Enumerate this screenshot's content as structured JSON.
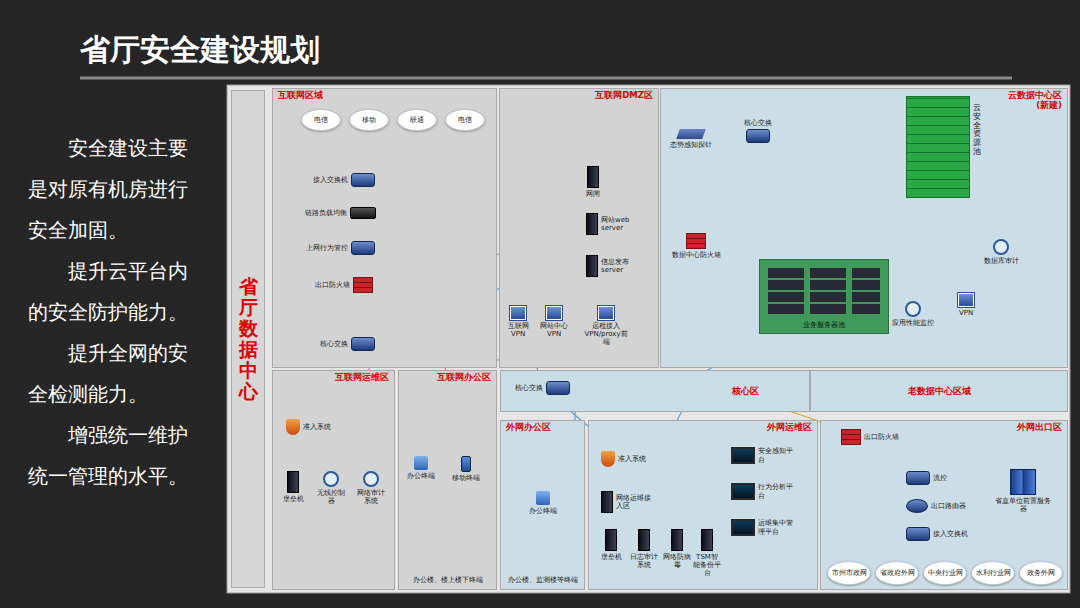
{
  "diagram": {
    "title": "省厅安全建设规划",
    "nodes": [
      {
        "text": [
          "省厅数据中心"
        ]
      },
      {
        "text": [
          "互联网区域"
        ]
      },
      {
        "text": [
          "电信"
        ],
        "in": 1
      },
      {
        "text": [
          "移动"
        ],
        "in": 1
      },
      {
        "text": [
          "联通"
        ],
        "in": 1
      },
      {
        "text": [
          "电信"
        ],
        "in": 1
      },
      {
        "text": [
          "接入交换机"
        ],
        "in": 1
      },
      {
        "text": [
          "链路负载均衡"
        ],
        "in": 1
      },
      {
        "text": [
          "上网行为管控"
        ],
        "in": 1
      },
      {
        "text": [
          "出口防火墙"
        ],
        "in": 1
      },
      {
        "text": [
          "核心交换"
        ],
        "in": 1
      },
      {
        "text": [
          "互联网DMZ区"
        ]
      },
      {
        "text": [
          "网闸"
        ],
        "in": 11
      },
      {
        "text": [
          "网站web server"
        ],
        "in": 11
      },
      {
        "text": [
          "信息发布 server"
        ],
        "in": 11
      },
      {
        "text": [
          "互联网VPN"
        ],
        "in": 11
      },
      {
        "text": [
          "网站中心VPN"
        ],
        "in": 11
      },
      {
        "text": [
          "远程接入VPN/proxy前端"
        ],
        "in": 11
      },
      {
        "text": [
          "云数据中心区 (新建)"
        ]
      },
      {
        "text": [
          "态势感知探针"
        ],
        "in": 18
      },
      {
        "text": [
          "核心交换"
        ],
        "in": 18
      },
      {
        "text": [
          "云安全资源池"
        ],
        "in": 18
      },
      {
        "text": [
          "数据中心防火墙"
        ],
        "in": 18
      },
      {
        "text": [
          "业务服务器池"
        ],
        "in": 18
      },
      {
        "text": [
          "数据库审计"
        ],
        "in": 18
      },
      {
        "text": [
          "应用性能监控"
        ],
        "in": 18
      },
      {
        "text": [
          "VPN"
        ],
        "in": 18
      },
      {
        "text": [
          "核心区"
        ]
      },
      {
        "text": [
          "核心交换"
        ],
        "in": 27
      },
      {
        "text": [
          "老数据中心区域"
        ]
      },
      {
        "text": [
          "互联网运维区"
        ]
      },
      {
        "text": [
          "准入系统"
        ],
        "in": 30
      },
      {
        "text": [
          "堡垒机"
        ],
        "in": 30
      },
      {
        "text": [
          "无线控制器"
        ],
        "in": 30
      },
      {
        "text": [
          "网络审计系统"
        ],
        "in": 30
      },
      {
        "text": [
          "互联网办公区",
          "办公楼、楼上楼下终端"
        ]
      },
      {
        "text": [
          "办公终端"
        ],
        "in": 35
      },
      {
        "text": [
          "移动终端"
        ],
        "in": 35
      },
      {
        "text": [
          "外网办公区",
          "办公楼、监测楼等终端"
        ]
      },
      {
        "text": [
          "办公终端"
        ],
        "in": 38
      },
      {
        "text": [
          "外网运维区"
        ]
      },
      {
        "text": [
          "准入系统"
        ],
        "in": 40
      },
      {
        "text": [
          "网络运维接入区"
        ],
        "in": 40
      },
      {
        "text": [
          "堡垒机"
        ],
        "in": 40
      },
      {
        "text": [
          "日志审计系统"
        ],
        "in": 40
      },
      {
        "text": [
          "网络防病毒"
        ],
        "in": 40
      },
      {
        "text": [
          "TSM智能备份平台"
        ],
        "in": 40
      },
      {
        "text": [
          "安全感知平台"
        ],
        "in": 40
      },
      {
        "text": [
          "行为分析平台"
        ],
        "in": 40
      },
      {
        "text": [
          "运维集中管理平台"
        ],
        "in": 40
      },
      {
        "text": [
          "外网出口区"
        ]
      },
      {
        "text": [
          "出口防火墙"
        ],
        "in": 50
      },
      {
        "text": [
          "流控"
        ],
        "in": 50
      },
      {
        "text": [
          "出口路由器"
        ],
        "in": 50
      },
      {
        "text": [
          "接入交换机"
        ],
        "in": 50
      },
      {
        "text": [
          "省直单位前置服务器"
        ],
        "in": 50
      },
      {
        "text": [
          "市州市政网"
        ],
        "in": 50
      },
      {
        "text": [
          "省政府外网"
        ],
        "in": 50
      },
      {
        "text": [
          "中央行业网"
        ],
        "in": 50
      },
      {
        "text": [
          "水利行业网"
        ],
        "in": 50
      },
      {
        "text": [
          "政务外网"
        ],
        "in": 50
      }
    ],
    "edges": [
      {
        "from": 2,
        "to": 6,
        "arrow": "to"
      },
      {
        "from": 3,
        "to": 6,
        "arrow": "to"
      },
      {
        "from": 4,
        "to": 6,
        "arrow": "to"
      },
      {
        "from": 5,
        "to": 6,
        "arrow": "to"
      },
      {
        "from": 6,
        "to": 7,
        "arrow": "none"
      },
      {
        "from": 7,
        "to": 8,
        "arrow": "none"
      },
      {
        "from": 8,
        "to": 9,
        "arrow": "none"
      },
      {
        "from": 9,
        "to": 10,
        "arrow": "none"
      },
      {
        "from": 10,
        "to": 28,
        "arrow": "none"
      },
      {
        "from": 20,
        "to": 19,
        "arrow": "none"
      },
      {
        "from": 20,
        "to": 21,
        "arrow": "none"
      },
      {
        "from": 20,
        "to": 22,
        "arrow": "none"
      },
      {
        "from": 22,
        "to": 23,
        "arrow": "none"
      },
      {
        "from": 28,
        "to": 41,
        "arrow": "none"
      },
      {
        "from": 28,
        "to": 39,
        "arrow": "none"
      },
      {
        "from": 51,
        "to": 52,
        "arrow": "none"
      },
      {
        "from": 52,
        "to": 53,
        "arrow": "none"
      },
      {
        "from": 53,
        "to": 54,
        "arrow": "none"
      },
      {
        "from": 54,
        "to": 55,
        "arrow": "none"
      }
    ],
    "labels": [
      "安全建设主要是对原有机房进行安全加固。",
      "提升云平台内的安全防护能力。",
      "提升全网的安全检测能力。",
      "增强统一维护统一管理的水平。"
    ]
  }
}
